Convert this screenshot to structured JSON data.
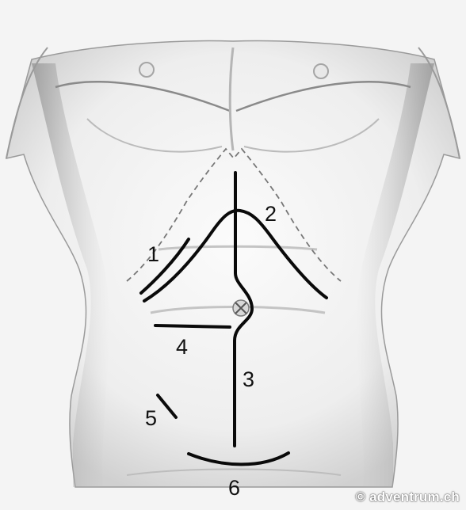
{
  "diagram": {
    "labels": {
      "incision_1": "1",
      "incision_2": "2",
      "incision_3": "3",
      "incision_4": "4",
      "incision_5": "5",
      "incision_6": "6"
    },
    "watermark": "© adventrum.ch"
  },
  "colors": {
    "background": "#f4f4f4",
    "incision_line": "#0a0a0a",
    "rib_margin_dashed": "#777777",
    "skin_shade": "#9a9a9a"
  }
}
